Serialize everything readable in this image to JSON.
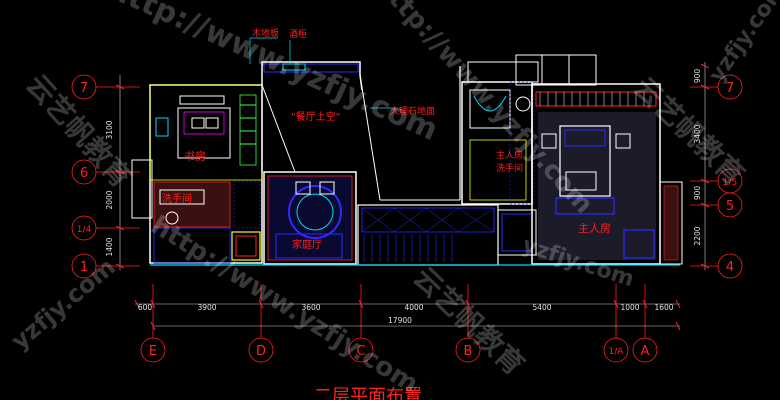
{
  "labels": {
    "wood_floor": "木地板",
    "wine_cabinet": "酒柜",
    "dining_void": "\"餐厅上空\"",
    "marble": "大理石地面",
    "study": "书房",
    "master_bath": "主人房\n洗手间",
    "master_room": "主人房",
    "washroom": "洗手间",
    "living_hall": "家庭厅",
    "drawing_title": "二层平面布置"
  },
  "axes": {
    "rows_left": [
      "7",
      "6",
      "1/4",
      "1"
    ],
    "rows_right": [
      "7",
      "1/5",
      "5",
      "4"
    ],
    "columns": [
      "E",
      "D",
      "C",
      "B",
      "1/A",
      "A"
    ]
  },
  "dimensions": {
    "bottom_segments": [
      "600",
      "3900",
      "3600",
      "4000",
      "5400",
      "1000",
      "1600"
    ],
    "total": "17900",
    "left_vertical": [
      "3100",
      "2000",
      "1400"
    ],
    "right_vertical": [
      "900",
      "3400",
      "900",
      "2200"
    ]
  },
  "watermark": {
    "url": "http://www.yzfjy.com",
    "brand": "云艺帆教育",
    "short": "yzfjy.com"
  },
  "colors": {
    "red": "#ff2020",
    "wall": "#ffffff",
    "blue": "#2a2aff",
    "cyan": "#00d8ff",
    "green": "#3cff3c",
    "yellow": "#ffff00",
    "magenta": "#ff00ff"
  }
}
